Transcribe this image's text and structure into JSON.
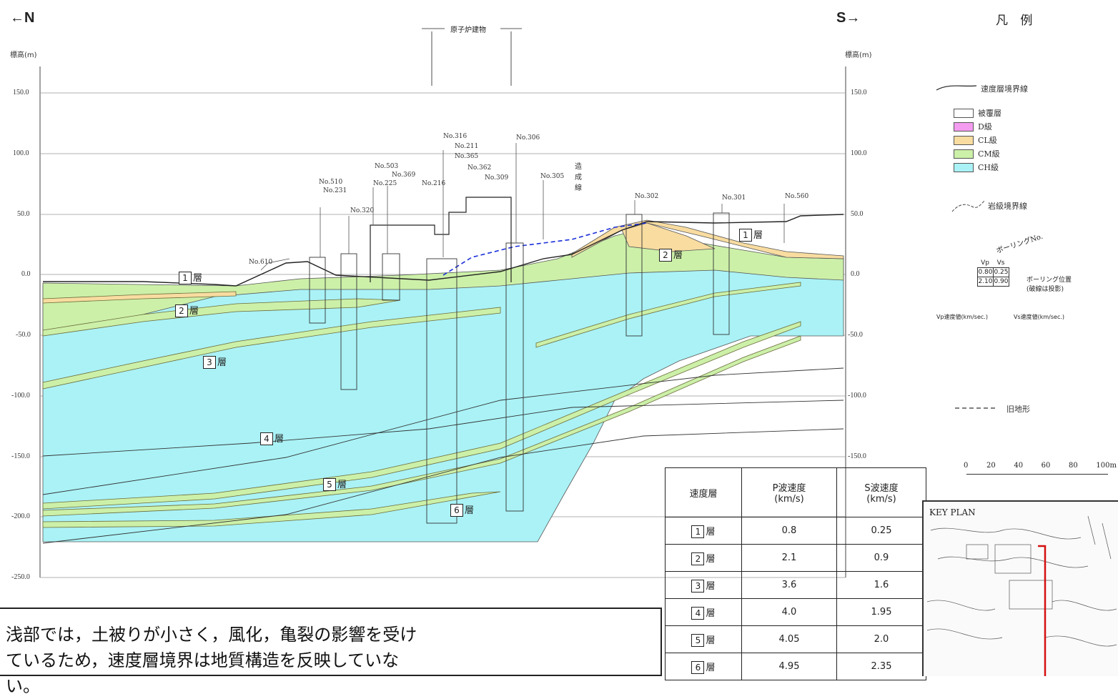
{
  "direction": {
    "north": "←N",
    "south": "S→"
  },
  "section": {
    "building_label": "原子炉建物",
    "elev_label": "標高(m)",
    "y_ticks": [
      "150.0",
      "100.0",
      "50.0",
      "0.0",
      "-50.0",
      "-100.0",
      "-150.0",
      "-200.0",
      "-250.0"
    ],
    "boreholes": [
      "No.610",
      "No.510",
      "No.231",
      "No.320",
      "No.225",
      "No.503",
      "No.369",
      "No.216",
      "No.316",
      "No.211",
      "No.365",
      "No.362",
      "No.309",
      "No.306",
      "No.305",
      "No.302",
      "No.301",
      "No.560"
    ],
    "annotation_fill": "造成線",
    "layer_labels": [
      "1",
      "2",
      "3",
      "4",
      "5",
      "6"
    ],
    "layer_suffix": "層"
  },
  "legend": {
    "title": "凡 例",
    "velocity_boundary": "速度層境界線",
    "rock_classes": [
      {
        "label": "被覆層",
        "color": "#ffffff"
      },
      {
        "label": "D級",
        "color": "#f49cf0"
      },
      {
        "label": "CL級",
        "color": "#f8dca0"
      },
      {
        "label": "CM級",
        "color": "#ccf0a8"
      },
      {
        "label": "CH級",
        "color": "#aaf2f6"
      }
    ],
    "rock_boundary": "岩級境界線",
    "boring_no": "ボーリングNo.",
    "vp_head": "Vp",
    "vs_head": "Vs",
    "vp_sample": "0.80",
    "vs_sample": "0.25",
    "vp_sample2": "2.10",
    "vs_sample2": "0.90",
    "boring_position": "ボーリング位置",
    "boring_projection": "(破線は投影)",
    "vp_value": "Vp速度値(km/sec.)",
    "vs_value": "Vs速度値(km/sec.)",
    "old_terrain": "旧地形",
    "scale_ticks": [
      "0",
      "20",
      "40",
      "60",
      "80",
      "100m"
    ]
  },
  "velocity_table": {
    "headers": [
      "速度層",
      "P波速度\n(km/s)",
      "S波速度\n(km/s)"
    ],
    "rows": [
      {
        "layer": "1",
        "p": "0.8",
        "s": "0.25"
      },
      {
        "layer": "2",
        "p": "2.1",
        "s": "0.9"
      },
      {
        "layer": "3",
        "p": "3.6",
        "s": "1.6"
      },
      {
        "layer": "4",
        "p": "4.0",
        "s": "1.95"
      },
      {
        "layer": "5",
        "p": "4.05",
        "s": "2.0"
      },
      {
        "layer": "6",
        "p": "4.95",
        "s": "2.35"
      }
    ],
    "suffix": "層"
  },
  "note": "浅部では，土被りが小さく，風化，亀裂の影響を受けているため，速度層境界は地質構造を反映していない。",
  "keyplan": {
    "label": "KEY PLAN"
  },
  "colors": {
    "ch": "#aaf2f6",
    "cm": "#ccf0a8",
    "cl": "#f8dca0",
    "d": "#f49cf0",
    "old_terrain": "#1a2fd8",
    "section_line": "#d41010"
  }
}
